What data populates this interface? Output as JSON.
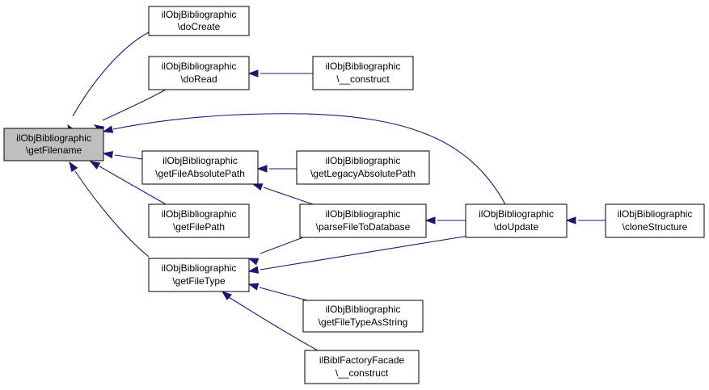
{
  "colors": {
    "edge": "#191970",
    "focus_fill": "#bfbfbf",
    "node_fill": "#ffffff",
    "node_border": "#000000"
  },
  "nodes": {
    "getFilename": [
      "ilObjBibliographic",
      "\\getFilename"
    ],
    "doCreate": [
      "ilObjBibliographic",
      "\\doCreate"
    ],
    "doRead": [
      "ilObjBibliographic",
      "\\doRead"
    ],
    "construct": [
      "ilObjBibliographic",
      "\\__construct"
    ],
    "getFileAbsolutePath": [
      "ilObjBibliographic",
      "\\getFileAbsolutePath"
    ],
    "getLegacyAbsolutePath": [
      "ilObjBibliographic",
      "\\getLegacyAbsolutePath"
    ],
    "getFilePath": [
      "ilObjBibliographic",
      "\\getFilePath"
    ],
    "parseFileToDatabase": [
      "ilObjBibliographic",
      "\\parseFileToDatabase"
    ],
    "doUpdate": [
      "ilObjBibliographic",
      "\\doUpdate"
    ],
    "cloneStructure": [
      "ilObjBibliographic",
      "\\cloneStructure"
    ],
    "getFileType": [
      "ilObjBibliographic",
      "\\getFileType"
    ],
    "getFileTypeAsString": [
      "ilObjBibliographic",
      "\\getFileTypeAsString"
    ],
    "factoryConstruct": [
      "ilBiblFactoryFacade",
      "\\__construct"
    ]
  },
  "edges": [
    [
      "doCreate",
      "getFilename"
    ],
    [
      "doRead",
      "getFilename"
    ],
    [
      "construct",
      "doRead"
    ],
    [
      "doUpdate",
      "getFilename"
    ],
    [
      "getFileAbsolutePath",
      "getFilename"
    ],
    [
      "getLegacyAbsolutePath",
      "getFileAbsolutePath"
    ],
    [
      "parseFileToDatabase",
      "getFileAbsolutePath"
    ],
    [
      "getFilePath",
      "getFilename"
    ],
    [
      "getFileType",
      "getFilename"
    ],
    [
      "parseFileToDatabase",
      "getFileType"
    ],
    [
      "doUpdate",
      "getFileType"
    ],
    [
      "doUpdate",
      "parseFileToDatabase"
    ],
    [
      "cloneStructure",
      "doUpdate"
    ],
    [
      "getFileTypeAsString",
      "getFileType"
    ],
    [
      "factoryConstruct",
      "getFileType"
    ]
  ]
}
